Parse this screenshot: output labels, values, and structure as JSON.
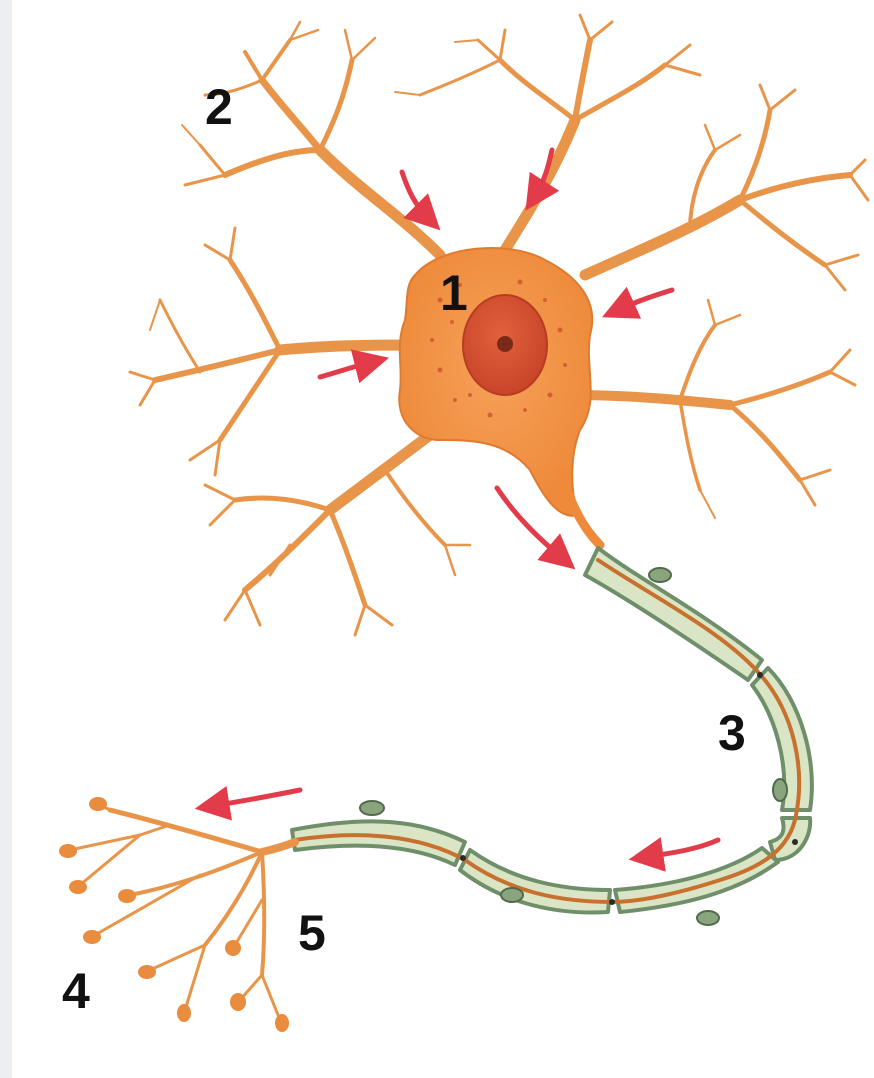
{
  "labels": {
    "l1": "1",
    "l2": "2",
    "l3": "3",
    "l4": "4",
    "l5": "5"
  },
  "colors": {
    "background": "#ffffff",
    "dendrite": "#e8954a",
    "cell_body": "#f08a3c",
    "nucleus": "#d2502a",
    "myelin_fill": "#d9e5c4",
    "myelin_edge": "#6f8f6a",
    "axon_core": "#c8702e",
    "arrow": "#e23b4a",
    "label": "#111111"
  },
  "icons": {
    "arrow": "signal-direction-arrow"
  }
}
